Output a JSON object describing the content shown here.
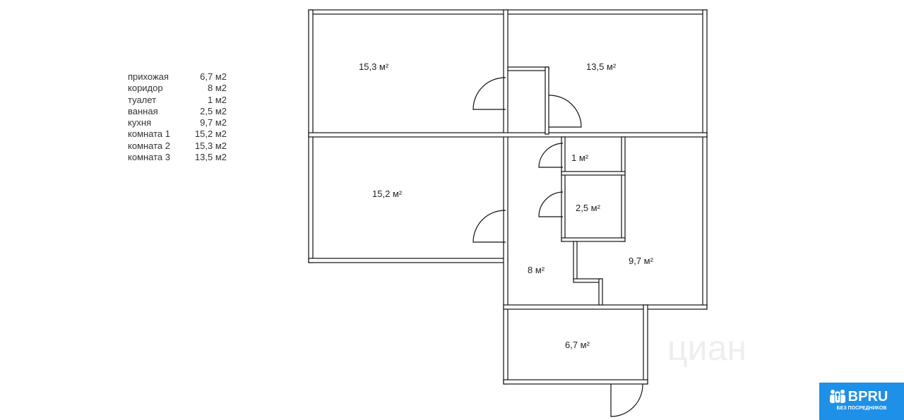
{
  "legend": [
    {
      "name": "прихожая",
      "area": "6,7 м2"
    },
    {
      "name": "коридор",
      "area": "8 м2"
    },
    {
      "name": "туалет",
      "area": "1 м2"
    },
    {
      "name": "ванная",
      "area": "2,5 м2"
    },
    {
      "name": "кухня",
      "area": "9,7 м2"
    },
    {
      "name": "комната 1",
      "area": "15,2 м2"
    },
    {
      "name": "комната 2",
      "area": "15,3 м2"
    },
    {
      "name": "комната 3",
      "area": "13,5 м2"
    }
  ],
  "rooms": {
    "room2": "15,3 м²",
    "room3": "13,5 м²",
    "room1": "15,2 м²",
    "toilet": "1 м²",
    "bath": "2,5 м²",
    "corridor": "8 м²",
    "kitchen": "9,7 м²",
    "hall": "6,7 м²"
  },
  "watermark": "циан",
  "logo": {
    "title": "BPRU",
    "subtitle": "БЕЗ ПОСРЕДНИКОВ",
    "color": "#1e90e8"
  }
}
